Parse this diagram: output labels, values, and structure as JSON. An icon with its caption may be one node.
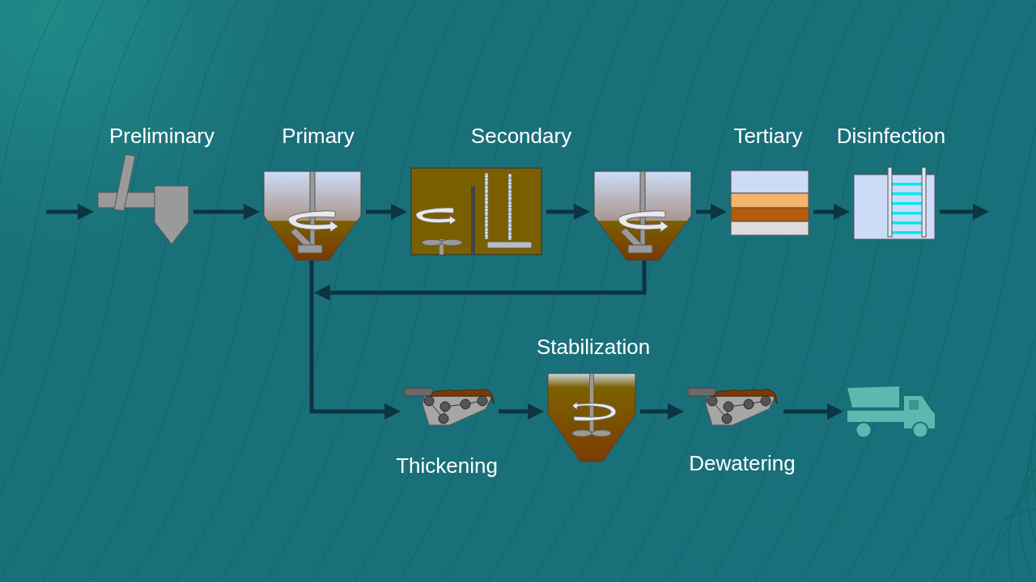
{
  "diagram": {
    "nodes": [
      {
        "text": [
          "Preliminary"
        ]
      },
      {
        "text": [
          "Primary"
        ]
      },
      {
        "text": [
          "Secondary"
        ]
      },
      {
        "text": [],
        "shape": "picture"
      },
      {
        "text": [
          "Tertiary"
        ]
      },
      {
        "text": [
          "Disinfection"
        ]
      },
      {
        "text": [
          "Thickening"
        ]
      },
      {
        "text": [
          "Stabilization"
        ]
      },
      {
        "text": [
          "Dewatering"
        ]
      },
      {
        "text": [],
        "shape": "picture"
      }
    ],
    "edges": [
      {
        "from": null,
        "to": 0,
        "arrow": "to"
      },
      {
        "from": 0,
        "to": 1,
        "arrow": "to"
      },
      {
        "from": 1,
        "to": 2,
        "arrow": "to"
      },
      {
        "from": 2,
        "to": 3,
        "arrow": "to"
      },
      {
        "from": 3,
        "to": 4,
        "arrow": "to"
      },
      {
        "from": 4,
        "to": 5,
        "arrow": "to"
      },
      {
        "from": 5,
        "to": null,
        "arrow": "to"
      },
      {
        "from": 3,
        "to": 1,
        "arrow": "to"
      },
      {
        "from": 1,
        "to": 6,
        "arrow": "to"
      },
      {
        "from": 6,
        "to": 7,
        "arrow": "to"
      },
      {
        "from": 7,
        "to": 8,
        "arrow": "to"
      },
      {
        "from": 8,
        "to": 9,
        "arrow": "to"
      }
    ]
  }
}
